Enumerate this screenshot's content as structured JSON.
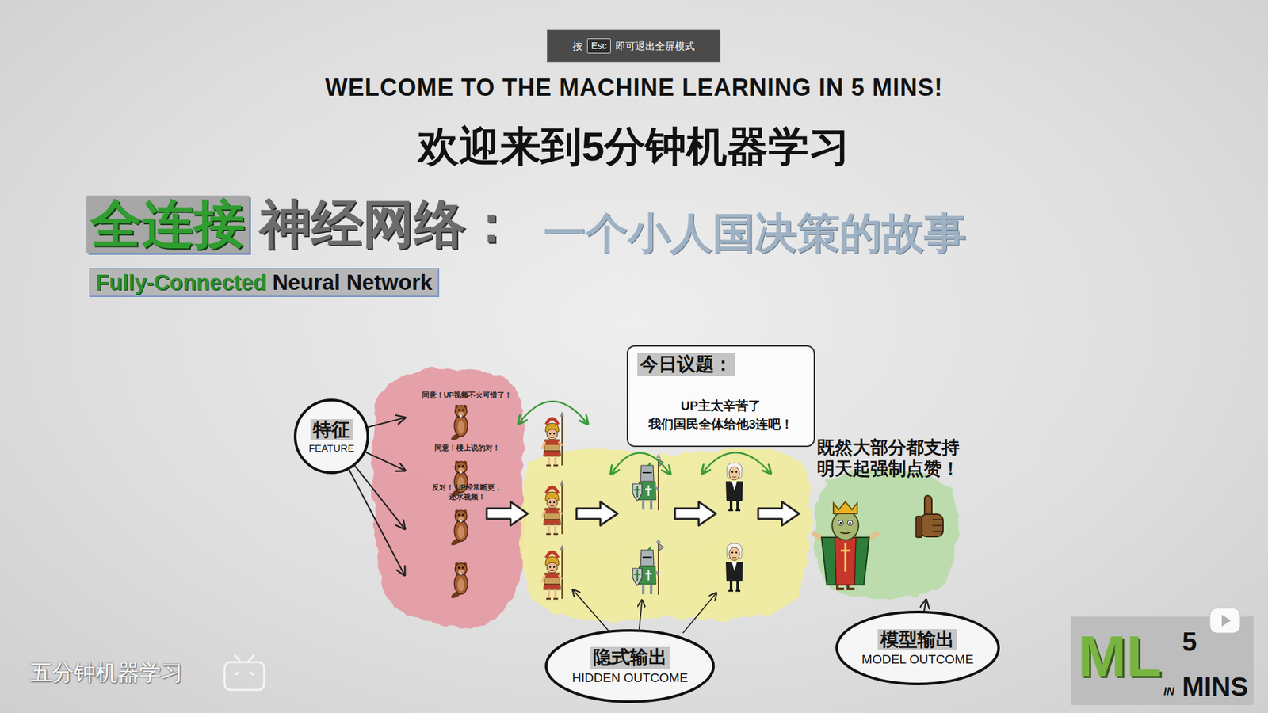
{
  "diagram": {
    "title": "WELCOME TO THE MACHINE LEARNING IN 5 MINS!",
    "nodes": [
      {
        "text": [
          "特征",
          "FEATURE"
        ]
      },
      {
        "text": [
          "同意！UP视频不火可惜了！",
          "同意！楼上说的对！",
          "反对！ UP经常断更，还水视频！"
        ]
      },
      {
        "text": [
          "今日议题：",
          "UP主太辛苦了 我们国民全体给他3连吧！"
        ]
      },
      {
        "text": [
          "既然大部分都支持 明天起强制点赞！"
        ]
      },
      {
        "text": [
          "隐式输出",
          "HIDDEN OUTCOME"
        ]
      },
      {
        "text": [
          "模型输出",
          "MODEL OUTCOME"
        ]
      }
    ],
    "edges": [
      {
        "from": 0,
        "to": 1,
        "arrow": "to"
      },
      {
        "from": 0,
        "to": 1,
        "arrow": "to"
      },
      {
        "from": 0,
        "to": 1,
        "arrow": "to"
      },
      {
        "from": 0,
        "to": 1,
        "arrow": "to"
      },
      {
        "from": 5,
        "to": 3,
        "arrow": "to"
      }
    ],
    "labels": [
      "按",
      "Esc",
      "即可退出全屏模式",
      "欢迎来到5分钟机器学习",
      "全连接",
      "神经网络：",
      "一个小人国决策的故事",
      "Fully-Connected",
      "Neural Network",
      "五分钟机器学习",
      "ML",
      "5",
      "IN",
      "MINS"
    ]
  }
}
